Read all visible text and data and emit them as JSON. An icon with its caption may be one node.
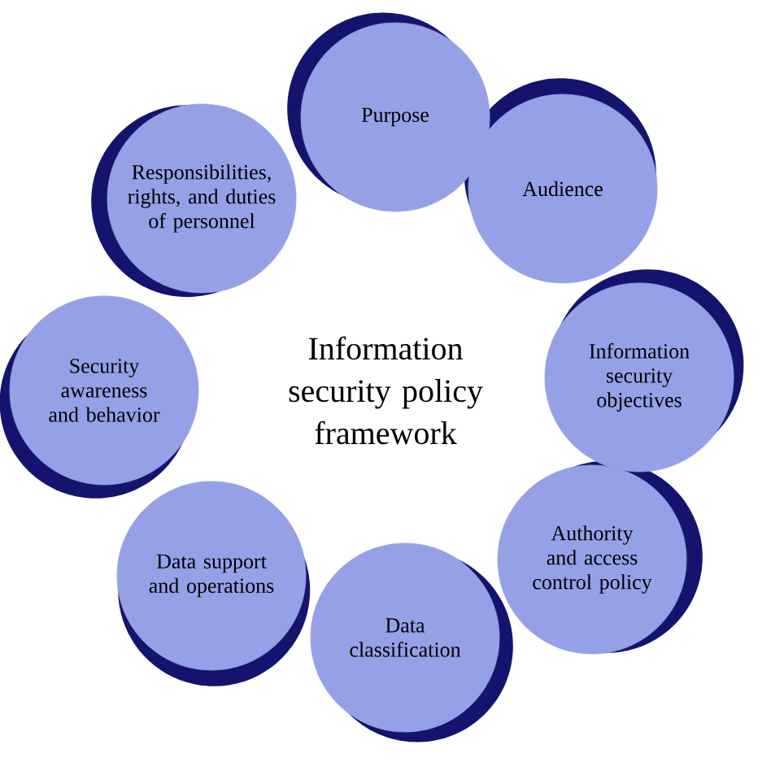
{
  "diagram": {
    "title": "Information security policy framework",
    "nodes": [
      {
        "text": [
          "Purpose"
        ]
      },
      {
        "text": [
          "Audience"
        ]
      },
      {
        "text": [
          "Information security objectives"
        ]
      },
      {
        "text": [
          "Authority and access control policy"
        ]
      },
      {
        "text": [
          "Data classification"
        ]
      },
      {
        "text": [
          "Data support and operations"
        ]
      },
      {
        "text": [
          "Security awareness and behavior"
        ]
      },
      {
        "text": [
          "Responsibilities, rights, and duties of personnel"
        ]
      }
    ]
  }
}
